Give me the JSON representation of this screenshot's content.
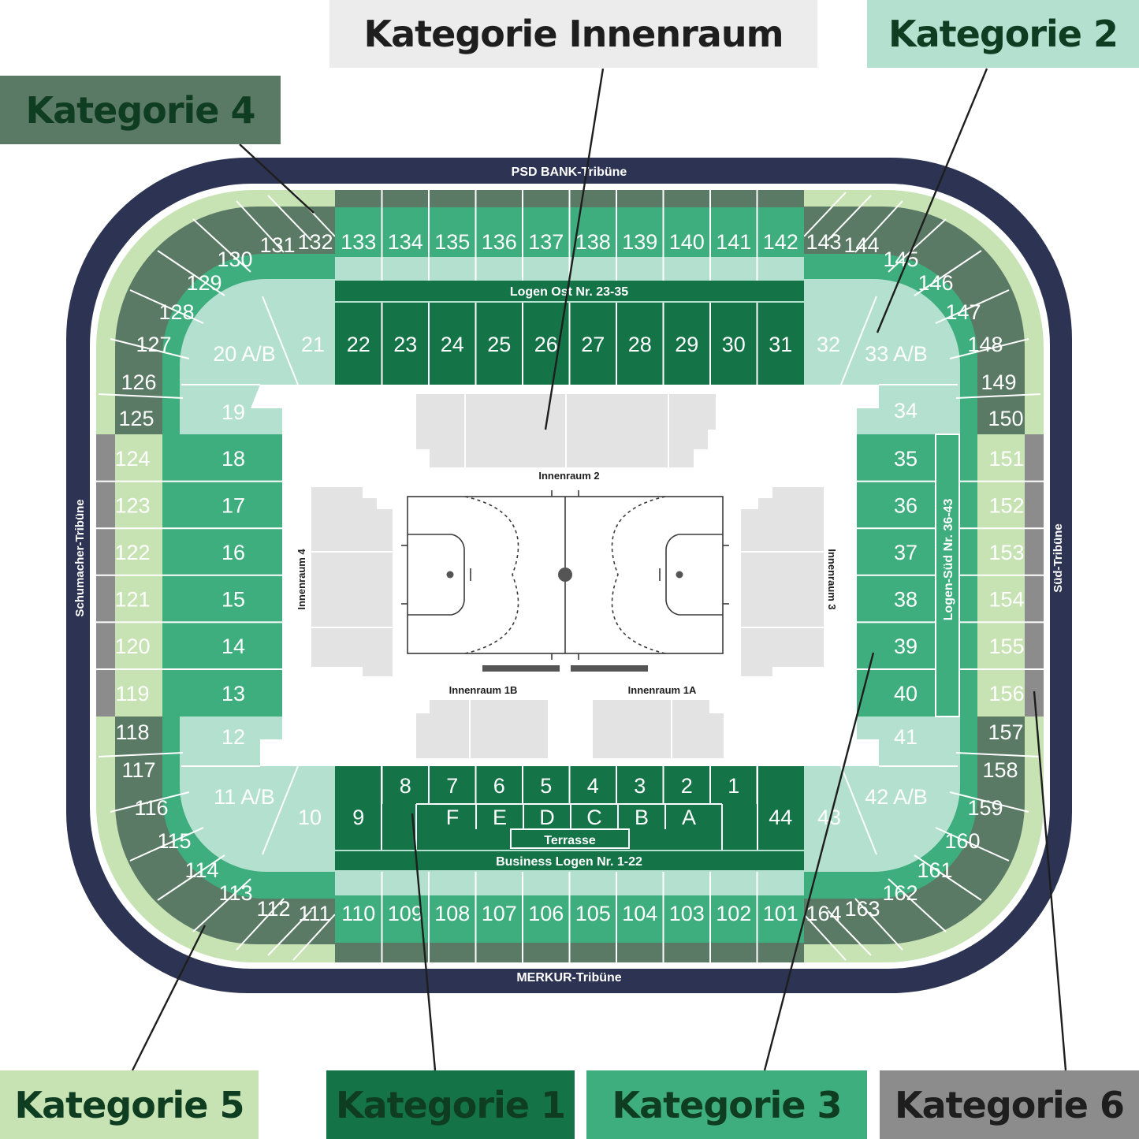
{
  "categories": {
    "innenraum": {
      "label": "Kategorie Innenraum",
      "color": "#ececec",
      "text_color": "#1e1e1e"
    },
    "k1": {
      "label": "Kategorie 1",
      "color": "#157348",
      "text_color": "#0f3d22"
    },
    "k2": {
      "label": "Kategorie 2",
      "color": "#b4e0d0",
      "text_color": "#0f3d22"
    },
    "k3": {
      "label": "Kategorie 3",
      "color": "#3fae7e",
      "text_color": "#0f3d22"
    },
    "k4": {
      "label": "Kategorie 4",
      "color": "#5b7a66",
      "text_color": "#0f3d22"
    },
    "k5": {
      "label": "Kategorie 5",
      "color": "#c7e3b3",
      "text_color": "#0f3d22"
    },
    "k6": {
      "label": "Kategorie 6",
      "color": "#8c8c8c",
      "text_color": "#1e1e1e"
    }
  },
  "stands": {
    "north": "PSD BANK-Tribüne",
    "south": "MERKUR-Tribüne",
    "west": "Schumacher-Tribüne",
    "east": "Süd-Tribüne"
  },
  "boxes": {
    "logen_ost": "Logen Ost Nr. 23-35",
    "logen_sued": "Logen-Süd Nr. 36-43",
    "business": "Business Logen Nr. 1-22",
    "terrasse": "Terrasse"
  },
  "floor": {
    "i2": "Innenraum 2",
    "i3": "Innenraum 3",
    "i4": "Innenraum 4",
    "i1a": "Innenraum 1A",
    "i1b": "Innenraum 1B"
  },
  "blocks": {
    "top_upper": [
      "133",
      "134",
      "135",
      "136",
      "137",
      "138",
      "139",
      "140",
      "141",
      "142"
    ],
    "top_lower": [
      "22",
      "23",
      "24",
      "25",
      "26",
      "27",
      "28",
      "29",
      "30",
      "31"
    ],
    "top_corner": [
      "21",
      "32",
      "20 A/B",
      "33 A/B",
      "19",
      "34"
    ],
    "bottom_upper": [
      "110",
      "109",
      "108",
      "107",
      "106",
      "105",
      "104",
      "103",
      "102",
      "101"
    ],
    "bottom_lower_num": [
      "9",
      "8",
      "7",
      "6",
      "5",
      "4",
      "3",
      "2",
      "1",
      "44"
    ],
    "bottom_lower_letters": [
      "F",
      "E",
      "D",
      "C",
      "B",
      "A"
    ],
    "bottom_corner": [
      "10",
      "43",
      "11 A/B",
      "42 A/B",
      "12",
      "41"
    ],
    "left_inner": [
      "18",
      "17",
      "16",
      "15",
      "14",
      "13"
    ],
    "left_outer": [
      "124",
      "123",
      "122",
      "121",
      "120",
      "119"
    ],
    "right_inner": [
      "35",
      "36",
      "37",
      "38",
      "39",
      "40"
    ],
    "right_outer": [
      "151",
      "152",
      "153",
      "154",
      "155",
      "156"
    ],
    "corner_nw": [
      "125",
      "126",
      "127",
      "128",
      "129",
      "130",
      "131",
      "132"
    ],
    "corner_ne": [
      "143",
      "144",
      "145",
      "146",
      "147",
      "148",
      "149",
      "150"
    ],
    "corner_sw": [
      "118",
      "117",
      "116",
      "115",
      "114",
      "113",
      "112",
      "111"
    ],
    "corner_se": [
      "164",
      "163",
      "162",
      "161",
      "160",
      "159",
      "158",
      "157"
    ]
  }
}
